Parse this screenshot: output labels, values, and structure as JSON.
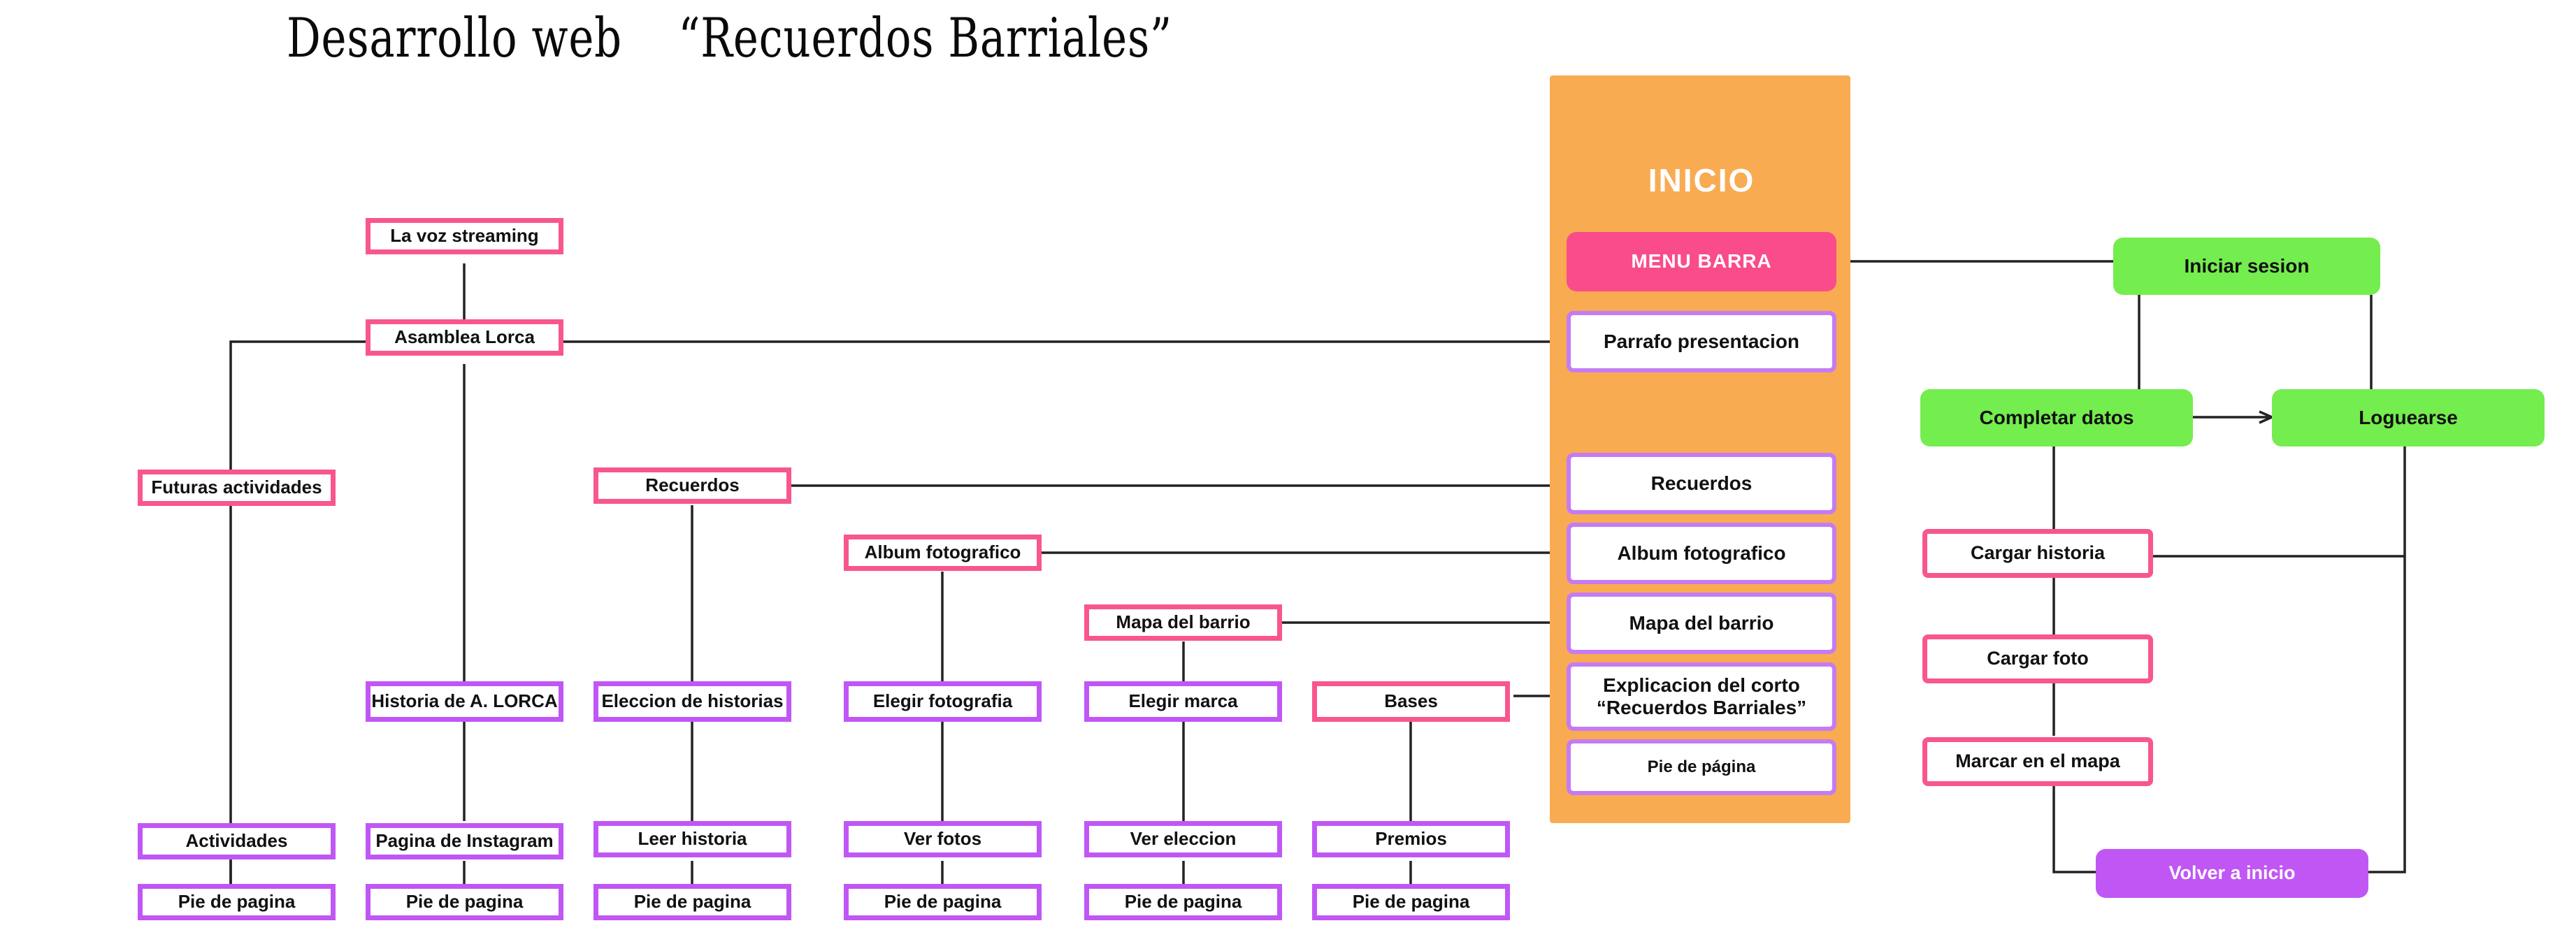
{
  "title": "Desarrollo web    “Recuerdos Barriales”",
  "colors": {
    "pink_border": "#F8568F",
    "purple_border": "#C057F5",
    "green_fill": "#74ED4F",
    "orange_panel": "#F9AB52",
    "violet_fill": "#C057F5",
    "pink_fill": "#FA4C8B",
    "connector": "#222222"
  },
  "inicio_panel": {
    "title": "INICIO",
    "items": [
      {
        "label": "MENU BARRA",
        "style": "pinkfill"
      },
      {
        "label": "Parrafo presentacion",
        "style": "whitecard"
      },
      {
        "label": "Recuerdos",
        "style": "whitecard"
      },
      {
        "label": "Album fotografico",
        "style": "whitecard"
      },
      {
        "label": "Mapa del barrio",
        "style": "whitecard"
      },
      {
        "label": "Explicacion del corto\n“Recuerdos Barriales”",
        "style": "whitecard"
      },
      {
        "label": "Pie de página",
        "style": "whitecard"
      }
    ]
  },
  "tree": {
    "row1": [
      {
        "label": "La voz streaming",
        "style": "pink"
      }
    ],
    "row2": [
      {
        "label": "Asamblea Lorca",
        "style": "pink"
      }
    ],
    "row3": [
      {
        "label": "Futuras actividades",
        "style": "pink"
      },
      {
        "label": "Recuerdos",
        "style": "pink"
      }
    ],
    "row3b": [
      {
        "label": "Album fotografico",
        "style": "pink"
      }
    ],
    "row3c": [
      {
        "label": "Mapa del barrio",
        "style": "pink"
      }
    ],
    "row4": [
      {
        "label": "Historia de A. LORCA",
        "style": "purple"
      },
      {
        "label": "Eleccion de historias",
        "style": "purple"
      },
      {
        "label": "Elegir fotografia",
        "style": "purple"
      },
      {
        "label": "Elegir marca",
        "style": "purple"
      },
      {
        "label": "Bases",
        "style": "pink"
      }
    ],
    "row5": [
      {
        "label": "Actividades",
        "style": "purple"
      },
      {
        "label": "Pagina de Instagram",
        "style": "purple"
      },
      {
        "label": "Leer historia",
        "style": "purple"
      },
      {
        "label": "Ver fotos",
        "style": "purple"
      },
      {
        "label": "Ver eleccion",
        "style": "purple"
      },
      {
        "label": "Premios",
        "style": "purple"
      }
    ],
    "row6": [
      {
        "label": "Pie de pagina",
        "style": "purple"
      },
      {
        "label": "Pie de pagina",
        "style": "purple"
      },
      {
        "label": "Pie de pagina",
        "style": "purple"
      },
      {
        "label": "Pie de pagina",
        "style": "purple"
      },
      {
        "label": "Pie de pagina",
        "style": "purple"
      },
      {
        "label": "Pie de pagina",
        "style": "purple"
      }
    ]
  },
  "auth_flow": {
    "nodes": [
      {
        "label": "Iniciar sesion",
        "style": "green"
      },
      {
        "label": "Completar datos",
        "style": "green"
      },
      {
        "label": "Loguearse",
        "style": "green"
      },
      {
        "label": "Cargar historia",
        "style": "pink"
      },
      {
        "label": "Cargar foto",
        "style": "pink"
      },
      {
        "label": "Marcar en el mapa",
        "style": "pink"
      },
      {
        "label": "Volver a inicio",
        "style": "violetfill"
      }
    ]
  }
}
